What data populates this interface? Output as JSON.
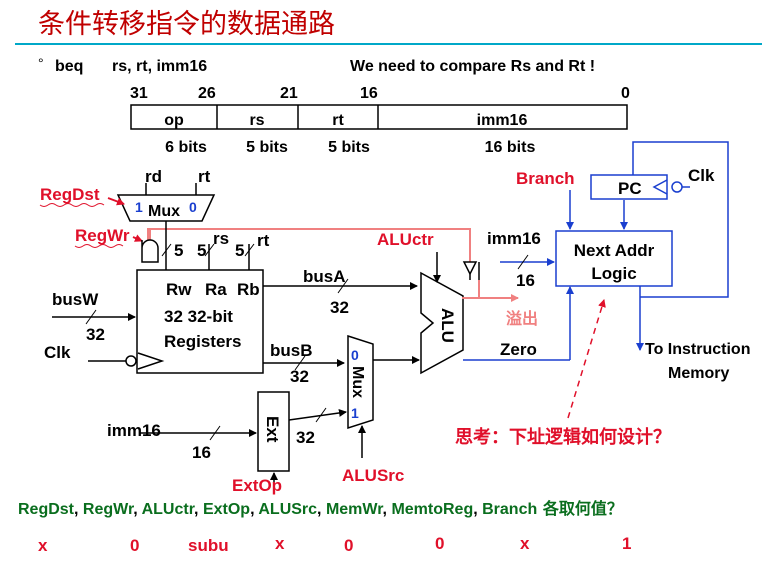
{
  "title": "条件转移指令的数据通路",
  "instruction": {
    "bullet": "°",
    "opcode": "beq",
    "operands": "rs, rt, imm16",
    "note": "We need to compare Rs and Rt !"
  },
  "format": {
    "bit_positions": [
      "31",
      "26",
      "21",
      "16",
      "0"
    ],
    "fields": [
      "op",
      "rs",
      "rt",
      "imm16"
    ],
    "widths": [
      "6 bits",
      "5 bits",
      "5 bits",
      "16 bits"
    ]
  },
  "labels": {
    "regdst": "RegDst",
    "regwr": "RegWr",
    "rd": "rd",
    "rt": "rt",
    "rs": "rs",
    "rt2": "rt",
    "mux_in1": "1",
    "mux_name": "Mux",
    "mux_in0": "0",
    "five_a": "5",
    "five_b": "5",
    "five_c": "5",
    "rw": "Rw",
    "ra": "Ra",
    "rb": "Rb",
    "reg_line1": "32 32-bit",
    "reg_line2": "Registers",
    "busw": "busW",
    "busw_width": "32",
    "clk_left": "Clk",
    "busa": "busA",
    "busa_width": "32",
    "busb": "busB",
    "busb_width": "32",
    "aluctr": "ALUctr",
    "alu": "ALU",
    "overflow": "溢出",
    "zero": "Zero",
    "mux2_in0": "0",
    "mux2_name": "Mux",
    "mux2_in1": "1",
    "alusrc": "ALUSrc",
    "imm16_in": "imm16",
    "imm16_width": "16",
    "ext": "Ext",
    "ext_out_width": "32",
    "extop": "ExtOp",
    "branch": "Branch",
    "pc": "PC",
    "clk_right": "Clk",
    "imm16_top": "imm16",
    "imm16_top_width": "16",
    "nal_line1": "Next Addr",
    "nal_line2": "Logic",
    "to_mem1": "To Instruction",
    "to_mem2": "Memory",
    "question": "思考：下址逻辑如何设计？"
  },
  "signals": {
    "names": [
      "RegDst",
      "RegWr",
      "ALUctr",
      "ExtOp",
      "ALUSrc",
      "MemWr",
      "MemtoReg",
      "Branch"
    ],
    "suffix": "各取何值？",
    "values": [
      "x",
      "0",
      "subu",
      "x",
      "0",
      "0",
      "x",
      "1"
    ]
  },
  "colors": {
    "title": "#c00000",
    "control_red": "#e0102a",
    "wire_blue": "#1a3fcf",
    "signal_green": "#0a6e1e",
    "overflow_pink": "#f08080",
    "underline": "#00a8c8"
  }
}
